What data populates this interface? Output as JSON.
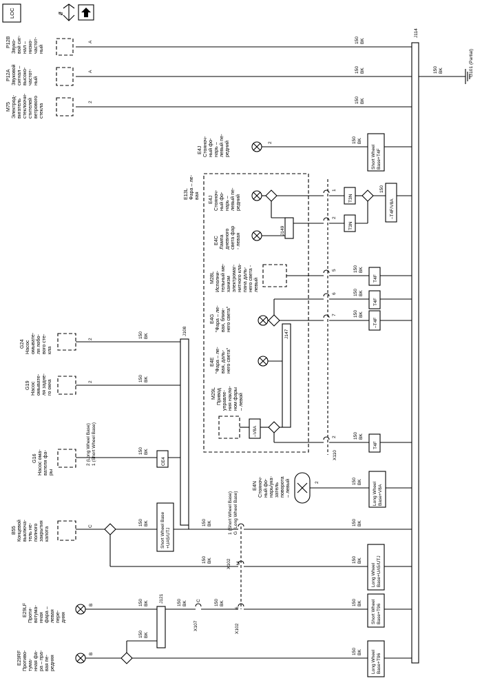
{
  "header": {
    "loc_label": "LOC",
    "icons": [
      "locator-icon",
      "ground-signal-icon",
      "up-arrow-icon"
    ]
  },
  "wire": {
    "gauge": "150",
    "color": "BK"
  },
  "ground": {
    "label": "G101 (Partial)"
  },
  "splices": {
    "j114": "J114",
    "j108": "J108",
    "j121": "J121",
    "j147": "J147",
    "j149": "J149"
  },
  "connectors": {
    "x102": "X102",
    "x107": "X107",
    "x110": "X110"
  },
  "components": [
    {
      "id": "P12B",
      "lines": [
        "P12B",
        "Звуко-",
        "вой сиг-",
        "нал –",
        "низко-",
        "частот-",
        "ный"
      ],
      "pin": "A"
    },
    {
      "id": "P12A",
      "lines": [
        "P12A",
        "Звуковой",
        "сигнал –",
        "высоко-",
        "частот-",
        "ный"
      ],
      "pin": "A"
    },
    {
      "id": "M75",
      "lines": [
        "M75",
        "Электрод-",
        "вигатель",
        "стеклоочи-",
        "стителей",
        "ветрового",
        "стекла"
      ],
      "pin": "2"
    },
    {
      "id": "G24",
      "lines": [
        "G24",
        "Насос",
        "омывате-",
        "ля лобо-",
        "вого сте-",
        "кла"
      ],
      "pin": "2"
    },
    {
      "id": "G19",
      "lines": [
        "G19",
        "Насос",
        "омывате-",
        "ля задне-",
        "го окна"
      ],
      "pin": "2"
    },
    {
      "id": "G16",
      "lines": [
        "G16",
        "Насос ома-",
        "вателя фа-",
        "ры"
      ],
      "pin": "2 (Long Wheel Base) / 1 (Short Wheel Base)"
    },
    {
      "id": "B55",
      "lines": [
        "B55",
        "Концевой",
        "выключа-",
        "тель не-",
        "полного",
        "закрытия",
        "капота"
      ],
      "pin": "C"
    },
    {
      "id": "E29LF",
      "lines": [
        "E29LF",
        "Проти-",
        "вотума-",
        "нная",
        "фара –",
        "левая",
        "пере-",
        "дняя"
      ],
      "pin": "B"
    },
    {
      "id": "E29RF",
      "lines": [
        "E29RF",
        "Противо-",
        "тума-",
        "нная фа-",
        "ра – пра-",
        "вая пе-",
        "редняя"
      ],
      "pin": "B"
    },
    {
      "id": "E4J_top",
      "lines": [
        "E4J",
        "Стояноч-",
        "ный фо-",
        "нарь –",
        "левый пе-",
        "редний"
      ],
      "pin": "2"
    },
    {
      "id": "E4N",
      "lines": [
        "E4N",
        "Стояноч-",
        "ный фо-",
        "нарь/ука-",
        "затель",
        "поворота",
        "– левый"
      ],
      "pin": "2"
    }
  ],
  "headlamp": {
    "title_lines": [
      "E13L",
      "Фара – ле-",
      "вая"
    ],
    "parts": [
      {
        "id": "E4J",
        "lines": [
          "E4J",
          "Стояноч-",
          "ный фо-",
          "нарь –",
          "левый пе-",
          "редний"
        ]
      },
      {
        "id": "E4C",
        "lines": [
          "E4C",
          "Лампа",
          "дневного",
          "света фар",
          "- левая"
        ]
      },
      {
        "id": "M28L",
        "lines": [
          "M28L",
          "Исполни-",
          "тельный ме-",
          "ханизм",
          "электромаг-",
          "нитного кла-",
          "пана даль-",
          "него света -",
          "левый"
        ]
      },
      {
        "id": "E4G",
        "lines": [
          "E4G",
          "\"Фара – ле-",
          "вая, ближ-",
          "него света\""
        ]
      },
      {
        "id": "E4E",
        "lines": [
          "E4E",
          "\"Фара – ле-",
          "вая, даль-",
          "него света\""
        ]
      },
      {
        "id": "M29L",
        "lines": [
          "M29L",
          "Привод",
          "управле-",
          "ния накло-",
          "ном фары",
          "– левой"
        ]
      }
    ],
    "x110_pins": [
      "1",
      "2",
      "5",
      "6",
      "7",
      "2"
    ],
    "tags": {
      "t3n": "T3N",
      "t4f": "T4F",
      "neg_t4f": "–T4F",
      "neg_t4f_v8a": "–T4F/V8A",
      "neg_v8a": "–V8A",
      "ce4": "CE4"
    }
  },
  "options": {
    "swb_t4f": [
      "Short Wheel",
      "Base+T4F"
    ],
    "lwb_v8a": [
      "Long Wheel",
      "Base+V8A"
    ],
    "swb_ua5": [
      "Short Wheel Base",
      "+UA5/UTJ"
    ],
    "lwb_ua5": [
      "Long Wheel",
      "Base+UA5/UTJ"
    ],
    "swb_t96": [
      "Short Wheel",
      "Base+T96"
    ],
    "lwb_t96": [
      "Long Wheel",
      "Base+T96"
    ]
  },
  "pin_notes": {
    "x102_g": "1 (Short Wheel Base) / G (Long Wheel Base)",
    "x102_m": "M",
    "x102_6": "6",
    "x107_c": "C"
  }
}
